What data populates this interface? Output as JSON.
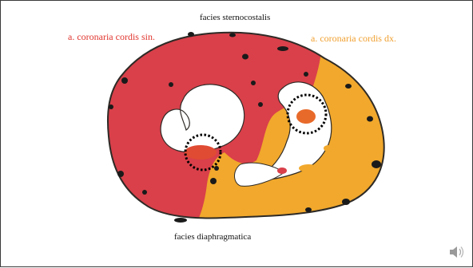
{
  "labels": {
    "top": "facies sternocostalis",
    "left": "a. coronaria cordis sin.",
    "right": "a. coronaria cordis dx.",
    "bottom": "facies diaphragmatica"
  },
  "colors": {
    "left_region": "#d9404a",
    "right_region": "#f1a82c",
    "label_left": "#e0352e",
    "label_right": "#f0a030",
    "outline": "#2e2a26",
    "vessel": "#1a1a1a",
    "focus_marker": "#000000"
  },
  "icons": {
    "audio": "speaker-icon"
  }
}
